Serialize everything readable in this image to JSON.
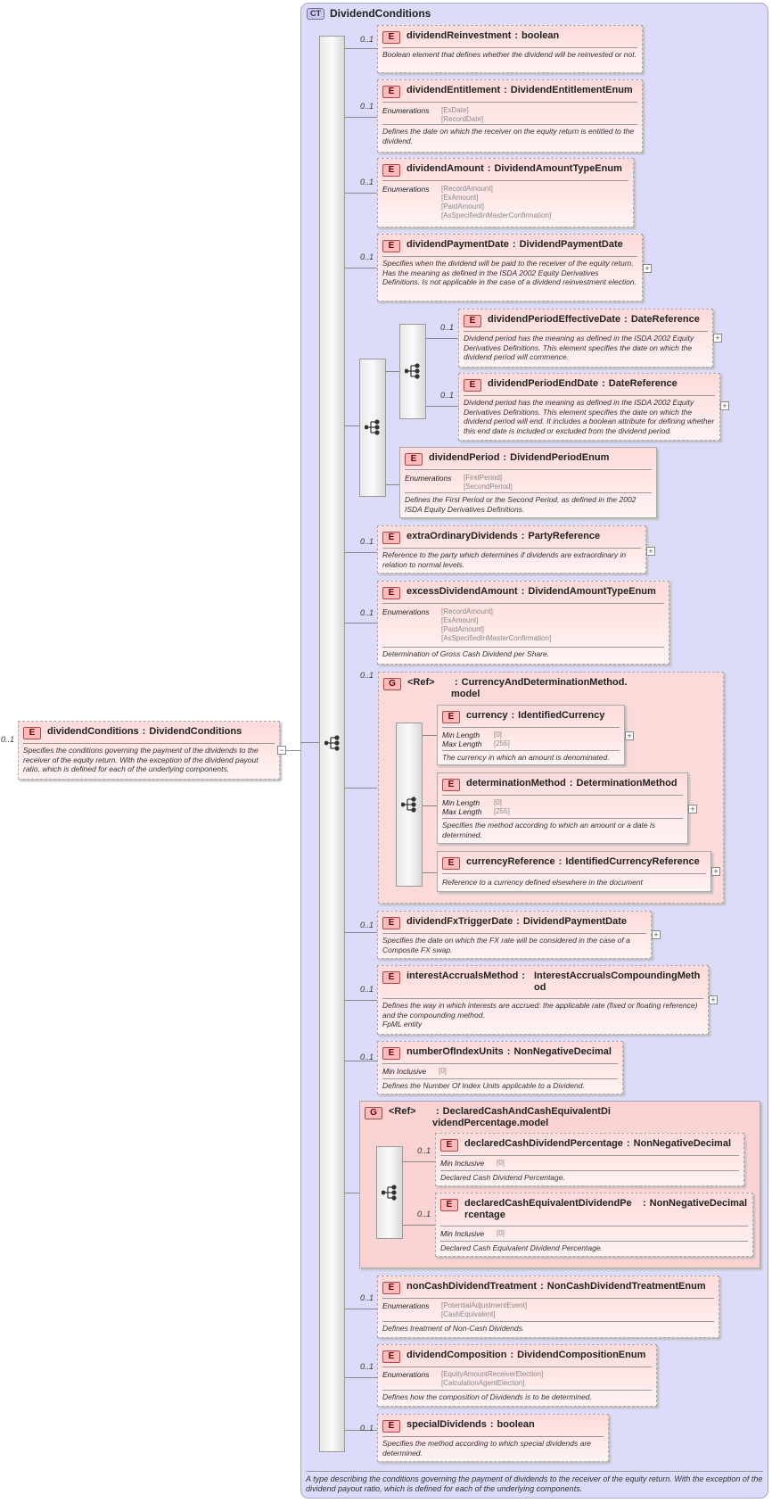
{
  "root": {
    "badge": "E",
    "occurrence": "0..1",
    "name": "dividendConditions",
    "type": "DividendConditions",
    "doc": "Specifies the conditions governing the payment of the dividends to the receiver of the equity return. With the exception of the dividend payout ratio, which is defined for each of the underlying components."
  },
  "complex_type": {
    "badge": "CT",
    "name": "DividendConditions",
    "doc": "A type describing the conditions governing the payment of dividends to the receiver of the equity return. With the exception of the dividend payout ratio, which is defined for each of the underlying components."
  },
  "elements": {
    "dividendReinvestment": {
      "occ": "0..1",
      "name": "dividendReinvestment",
      "type": "boolean",
      "doc": "Boolean element that defines whether the dividend will be reinvested or not."
    },
    "dividendEntitlement": {
      "occ": "0..1",
      "name": "dividendEntitlement",
      "type": "DividendEntitlementEnum",
      "fkey": "Enumerations",
      "fvals": "[ExDate]\n[RecordDate]",
      "doc": "Defines the date on which the receiver on the equity return is entitled to the dividend."
    },
    "dividendAmount": {
      "occ": "0..1",
      "name": "dividendAmount",
      "type": "DividendAmountTypeEnum",
      "fkey": "Enumerations",
      "fvals": "[RecordAmount]\n[ExAmount]\n[PaidAmount]\n[AsSpecifiedInMasterConfirmation]"
    },
    "dividendPaymentDate": {
      "occ": "0..1",
      "name": "dividendPaymentDate",
      "type": "DividendPaymentDate",
      "doc": "Specifies when the dividend will be paid to the receiver of the equity return. Has the meaning as defined in the ISDA 2002 Equity Derivatives Definitions. Is not applicable in the case of a dividend reinvestment election."
    },
    "dividendPeriodEffectiveDate": {
      "occ": "0..1",
      "name": "dividendPeriodEffectiveDate",
      "type": "DateReference",
      "doc": "Dividend period has the meaning as defined in the ISDA 2002 Equity Derivatives Definitions. This element specifies the date on which the dividend period will commence."
    },
    "dividendPeriodEndDate": {
      "occ": "0..1",
      "name": "dividendPeriodEndDate",
      "type": "DateReference",
      "doc": "Dividend period has the meaning as defined in the ISDA 2002 Equity Derivatives Definitions. This element specifies the date on which the dividend period will end. It includes a boolean attribute for defining whether this end date is included or excluded from the dividend period."
    },
    "dividendPeriod": {
      "name": "dividendPeriod",
      "type": "DividendPeriodEnum",
      "fkey": "Enumerations",
      "fvals": "[FirstPeriod]\n[SecondPeriod]",
      "doc": "Defines the First Period or the Second Period, as defined in the 2002 ISDA Equity Derivatives Definitions."
    },
    "extraOrdinaryDividends": {
      "occ": "0..1",
      "name": "extraOrdinaryDividends",
      "type": "PartyReference",
      "doc": "Reference to the party which determines if dividends are extraordinary in relation to normal levels."
    },
    "excessDividendAmount": {
      "occ": "0..1",
      "name": "excessDividendAmount",
      "type": "DividendAmountTypeEnum",
      "fkey": "Enumerations",
      "fvals": "[RecordAmount]\n[ExAmount]\n[PaidAmount]\n[AsSpecifiedInMasterConfirmation]",
      "doc": "Determination of Gross Cash Dividend per Share."
    },
    "currency": {
      "name": "currency",
      "type": "IdentifiedCurrency",
      "fkey": "Min Length\nMax Length",
      "fvals": "[0]\n[255]",
      "doc": "The currency in which an amount is denominated."
    },
    "determinationMethod": {
      "name": "determinationMethod",
      "type": "DeterminationMethod",
      "fkey": "Min Length\nMax Length",
      "fvals": "[0]\n[255]",
      "doc": "Specifies the method according to which an amount or a date is determined."
    },
    "currencyReference": {
      "name": "currencyReference",
      "type": "IdentifiedCurrencyReference",
      "doc": "Reference to a currency defined elsewhere in the document"
    },
    "dividendFxTriggerDate": {
      "occ": "0..1",
      "name": "dividendFxTriggerDate",
      "type": "DividendPaymentDate",
      "doc": "Specifies the date on which the FX rate will be considered in the case of a Composite FX swap."
    },
    "interestAccrualsMethod": {
      "occ": "0..1",
      "name": "interestAccrualsMethod",
      "type": "InterestAccrualsCompoundingMeth\nod",
      "doc": "Defines the way in which interests are accrued: the applicable rate (fixed or floating reference) and the compounding method.\nFpML entity"
    },
    "numberOfIndexUnits": {
      "occ": "0..1",
      "name": "numberOfIndexUnits",
      "type": "NonNegativeDecimal",
      "fkey": "Min Inclusive",
      "fvals": "[0]",
      "doc": "Defines the Number Of Index Units applicable to a Dividend."
    },
    "declaredCashDividendPercentage": {
      "occ": "0..1",
      "name": "declaredCashDividendPercentage",
      "type": "NonNegativeDecimal",
      "fkey": "Min Inclusive",
      "fvals": "[0]",
      "doc": "Declared Cash Dividend Percentage."
    },
    "declaredCashEquivalentDividendPercentage": {
      "occ": "0..1",
      "name": "declaredCashEquivalentDividendPe\nrcentage",
      "type": "NonNegativeDecimal",
      "fkey": "Min Inclusive",
      "fvals": "[0]",
      "doc": "Declared Cash Equivalent Dividend Percentage."
    },
    "nonCashDividendTreatment": {
      "occ": "0..1",
      "name": "nonCashDividendTreatment",
      "type": "NonCashDividendTreatmentEnum",
      "fkey": "Enumerations",
      "fvals": "[PotentialAdjustmentEvent]\n[CashEquivalent]",
      "doc": "Defines treatment of Non-Cash Dividends."
    },
    "dividendComposition": {
      "occ": "0..1",
      "name": "dividendComposition",
      "type": "DividendCompositionEnum",
      "fkey": "Enumerations",
      "fvals": "[EquityAmountReceiverElection]\n[CalculationAgentElection]",
      "doc": "Defines how the composition of Dividends is to be determined."
    },
    "specialDividends": {
      "occ": "0..1",
      "name": "specialDividends",
      "type": "boolean",
      "doc": "Specifies the method according to which special dividends are determined."
    }
  },
  "groups": {
    "currencyGroup": {
      "occ": "0..1",
      "badge": "G",
      "name": "<Ref>",
      "type": "CurrencyAndDeterminationMethod.\nmodel"
    },
    "declaredGroup": {
      "badge": "G",
      "name": "<Ref>",
      "type": "DeclaredCashAndCashEquivalentDi\nvidendPercentage.model"
    }
  },
  "symbols": {
    "type_separator": ":",
    "expand": "+",
    "collapse": "−",
    "element_badge": "E"
  }
}
